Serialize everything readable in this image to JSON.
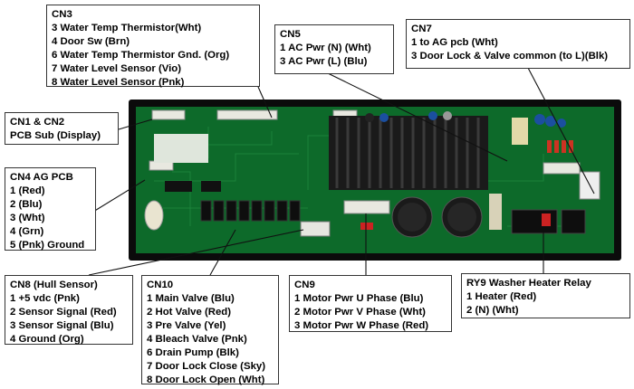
{
  "labels": {
    "cn3": {
      "title": "CN3",
      "lines": [
        "3 Water Temp Thermistor(Wht)",
        "4 Door Sw (Brn)",
        "6 Water Temp Thermistor Gnd. (Org)",
        "7 Water Level Sensor (Vio)",
        "8 Water Level Sensor (Pnk)"
      ]
    },
    "cn5": {
      "title": "CN5",
      "lines": [
        "1 AC Pwr (N) (Wht)",
        "3 AC Pwr (L) (Blu)"
      ]
    },
    "cn7": {
      "title": "CN7",
      "lines": [
        "1 to AG pcb (Wht)",
        "3 Door Lock & Valve common (to L)(Blk)"
      ]
    },
    "cn1_cn2": {
      "title": "CN1 & CN2",
      "lines": [
        "PCB Sub (Display)"
      ]
    },
    "cn4": {
      "title": "CN4 AG PCB",
      "lines": [
        "1 (Red)",
        "2 (Blu)",
        "3 (Wht)",
        "4 (Grn)",
        "5 (Pnk) Ground"
      ]
    },
    "cn8": {
      "title": "CN8 (Hull Sensor)",
      "lines": [
        "1  +5 vdc (Pnk)",
        "2 Sensor Signal (Red)",
        "3 Sensor Signal (Blu)",
        "4 Ground (Org)"
      ]
    },
    "cn10": {
      "title": "CN10",
      "lines": [
        "1 Main Valve (Blu)",
        "2 Hot Valve (Red)",
        "3 Pre Valve (Yel)",
        "4 Bleach Valve (Pnk)",
        "6 Drain Pump (Blk)",
        "7 Door Lock Close (Sky)",
        "8 Door Lock Open (Wht)"
      ]
    },
    "cn9": {
      "title": "CN9",
      "lines": [
        "1 Motor Pwr U Phase (Blu)",
        "2 Motor Pwr V Phase (Wht)",
        "3 Motor Pwr  W Phase (Red)"
      ]
    },
    "ry9": {
      "title": "RY9 Washer Heater Relay",
      "lines": [
        "1 Heater (Red)",
        "2 (N) (Wht)"
      ]
    }
  }
}
